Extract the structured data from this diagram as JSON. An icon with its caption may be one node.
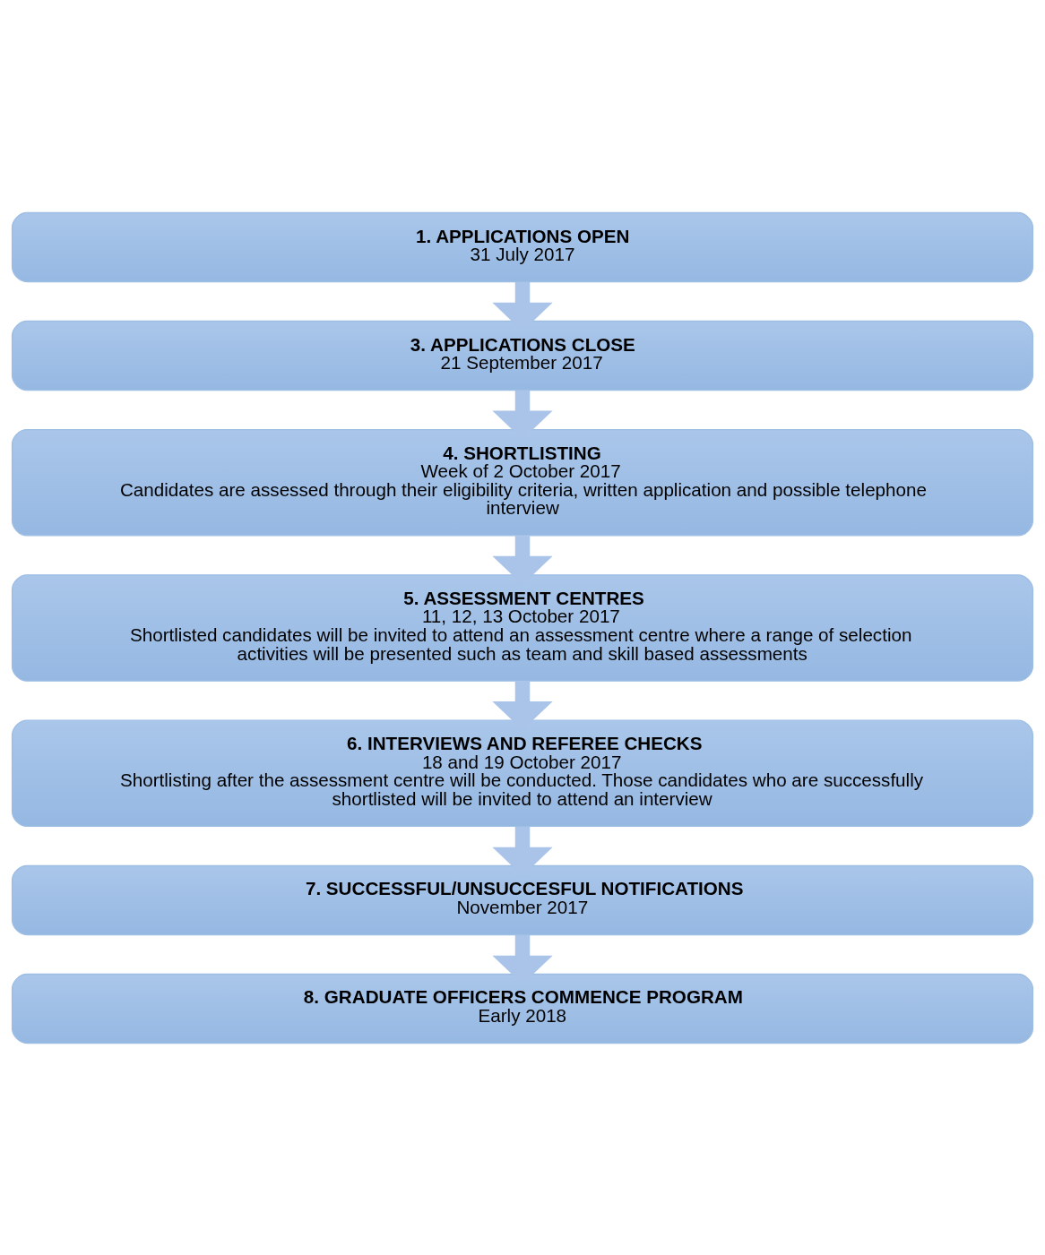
{
  "diagram": {
    "nodes": [
      {
        "text": [
          "1. APPLICATIONS OPEN",
          "31 July 2017"
        ]
      },
      {
        "text": [
          "3. APPLICATIONS CLOSE",
          "21 September 2017"
        ]
      },
      {
        "text": [
          "4. SHORTLISTING",
          "Week of 2 October 2017",
          "Candidates are assessed through their eligibility criteria, written application and possible telephone interview"
        ]
      },
      {
        "text": [
          "5. ASSESSMENT CENTRES",
          "11, 12, 13 October 2017",
          "Shortlisted candidates will be invited to attend an assessment centre where a range of selection activities will be presented such as team and skill based assessments"
        ]
      },
      {
        "text": [
          "6. INTERVIEWS AND REFEREE CHECKS",
          "18 and 19 October 2017",
          "Shortlisting after the assessment centre will be conducted. Those candidates who are successfully shortlisted will be invited to attend an interview"
        ]
      },
      {
        "text": [
          "7. SUCCESSFUL/UNSUCCESFUL NOTIFICATIONS",
          "November 2017"
        ]
      },
      {
        "text": [
          "8. GRADUATE OFFICERS COMMENCE PROGRAM",
          "Early 2018"
        ]
      }
    ],
    "edges": [
      {
        "from": 0,
        "to": 1,
        "arrow": "to"
      },
      {
        "from": 1,
        "to": 2,
        "arrow": "to"
      },
      {
        "from": 2,
        "to": 3,
        "arrow": "to"
      },
      {
        "from": 3,
        "to": 4,
        "arrow": "to"
      },
      {
        "from": 4,
        "to": 5,
        "arrow": "to"
      },
      {
        "from": 5,
        "to": 6,
        "arrow": "to"
      }
    ]
  }
}
